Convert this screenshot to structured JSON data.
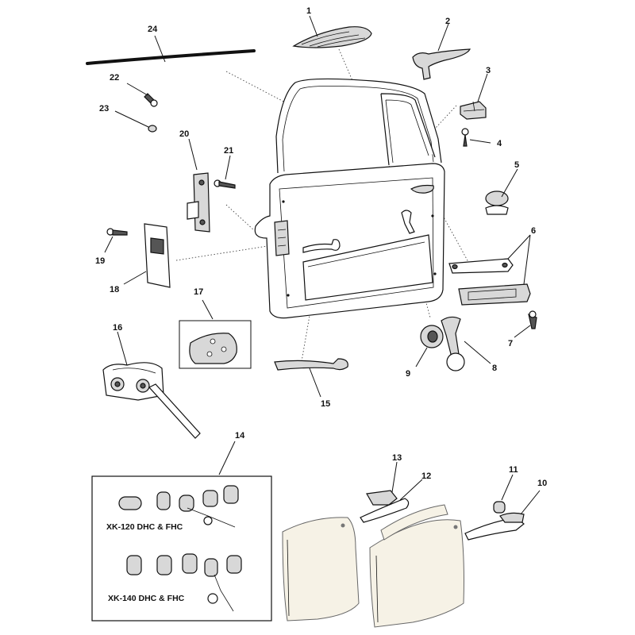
{
  "callouts": {
    "c1": "1",
    "c2": "2",
    "c3": "3",
    "c4": "4",
    "c5": "5",
    "c6": "6",
    "c7": "7",
    "c8": "8",
    "c9": "9",
    "c10": "10",
    "c11": "11",
    "c12": "12",
    "c13": "13",
    "c14": "14",
    "c15": "15",
    "c16": "16",
    "c17": "17",
    "c18": "18",
    "c19": "19",
    "c20": "20",
    "c21": "21",
    "c22": "22",
    "c23": "23",
    "c24": "24"
  },
  "inset": {
    "caption_xk120": "XK-120 DHC & FHC",
    "caption_xk140": "XK-140 DHC & FHC"
  },
  "colors": {
    "line": "#111111",
    "part_fill": "#ffffff",
    "shade": "#d8d8d8",
    "panel": "#f6f2e6"
  }
}
